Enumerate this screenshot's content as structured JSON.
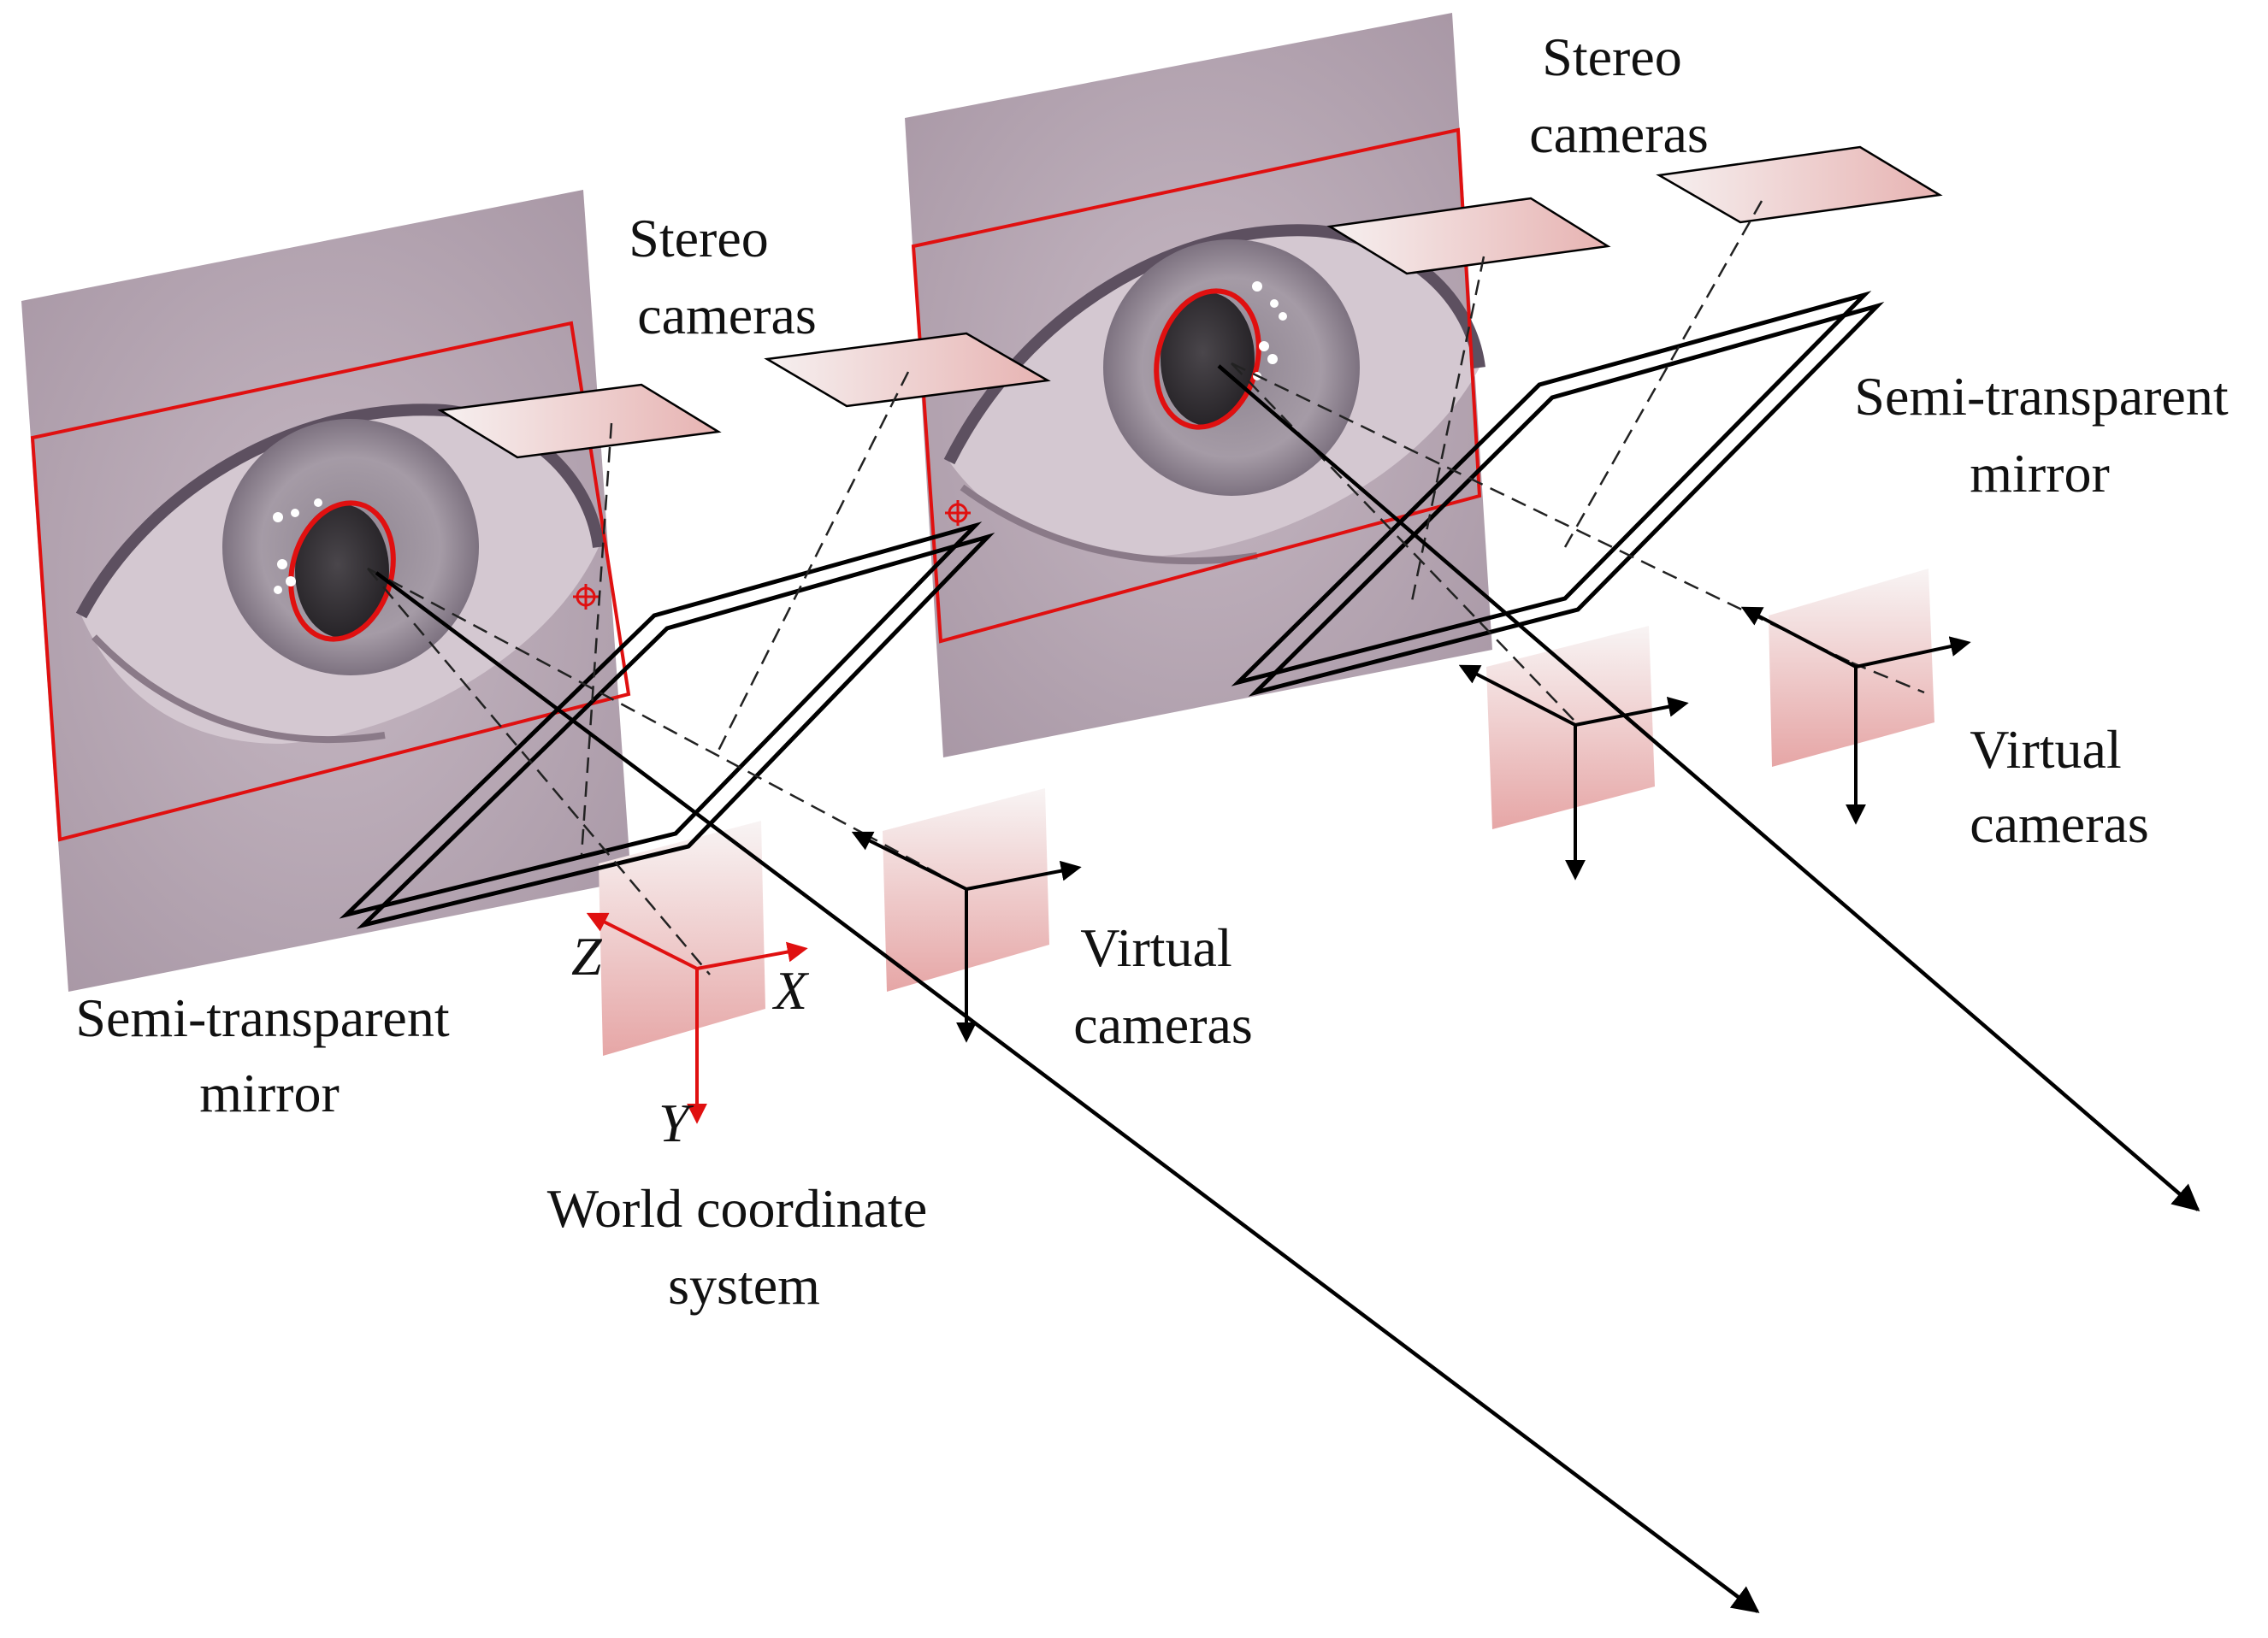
{
  "labels": {
    "stereo_cameras_left": [
      "Stereo",
      "cameras"
    ],
    "stereo_cameras_right": [
      "Stereo",
      "cameras"
    ],
    "semi_transparent_mirror_left": [
      "Semi-transparent",
      "mirror"
    ],
    "semi_transparent_mirror_right": [
      "Semi-transparent",
      "mirror"
    ],
    "virtual_cameras_left": [
      "Virtual",
      "cameras"
    ],
    "virtual_cameras_right": [
      "Virtual",
      "cameras"
    ],
    "world_coordinate_system": [
      "World coordinate",
      "system"
    ],
    "axis_x": "X",
    "axis_y": "Y",
    "axis_z": "Z"
  },
  "colors": {
    "eye_image_bg": "#b7a8b4",
    "pupil": "#2f2c30",
    "pupil_contour": "#e01010",
    "roi_box": "#e01010",
    "camera_plane_top": "#f8f4f4",
    "camera_plane_bottom": "#e6a6a6",
    "world_axes": "#e01010",
    "lines": "#000000"
  },
  "icons": {
    "glint_marker": "crosshair-circle-icon"
  }
}
